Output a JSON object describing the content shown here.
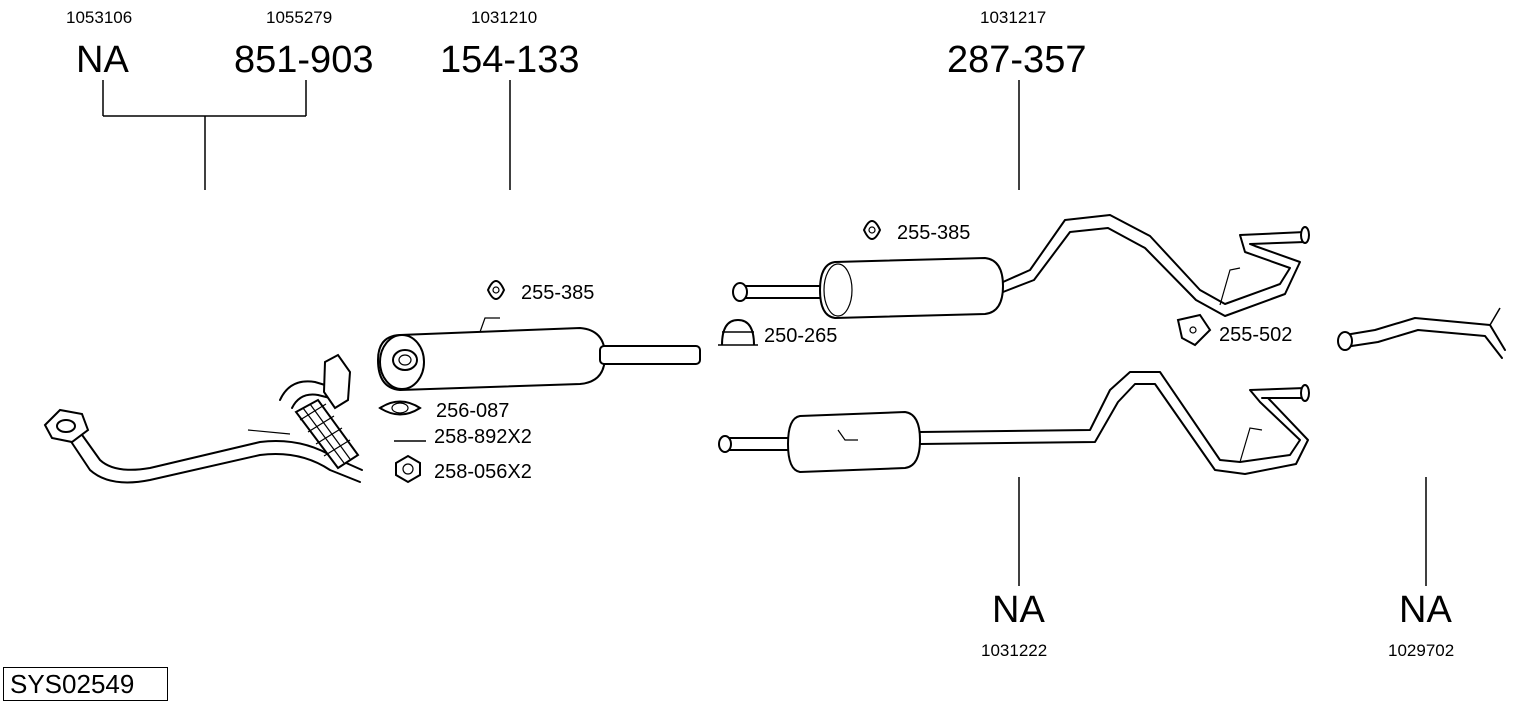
{
  "title_box": "SYS02549",
  "groups": {
    "front_na": {
      "code": "1053106",
      "part": "NA"
    },
    "front_pipe": {
      "code": "1055279",
      "part": "851-903"
    },
    "center_muffler": {
      "code": "1031210",
      "part": "154-133"
    },
    "rear_muffler": {
      "code": "1031217",
      "part": "287-357"
    },
    "rear_alt": {
      "code": "1031222",
      "part": "NA"
    },
    "tail_pipe": {
      "code": "1029702",
      "part": "NA"
    }
  },
  "small_parts": {
    "hanger_a": "255-385",
    "hanger_b": "255-385",
    "clamp": "250-265",
    "hanger_rear": "255-502",
    "gasket": "256-087",
    "bolt": "258-892X2",
    "nut": "258-056X2"
  }
}
